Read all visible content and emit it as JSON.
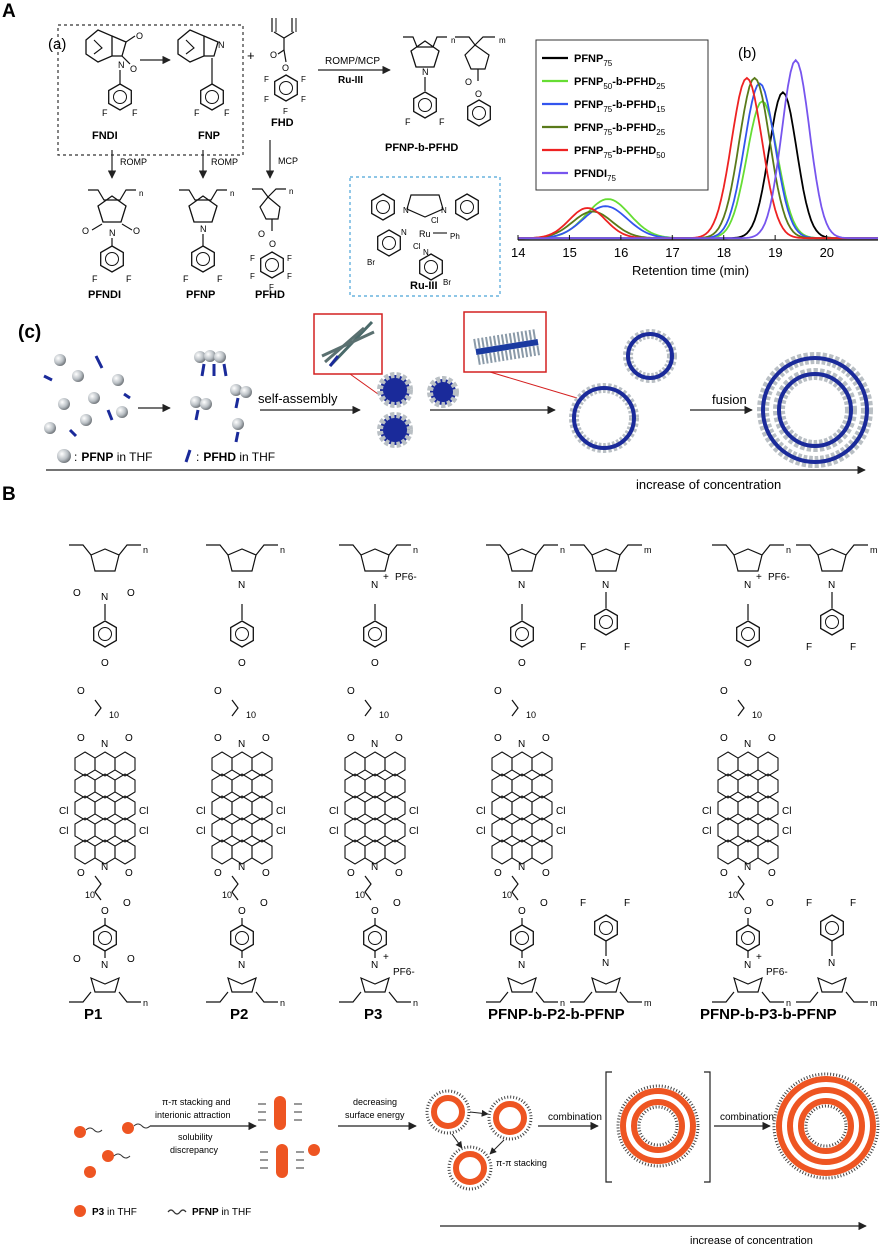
{
  "panel_labels": {
    "A": "A",
    "B": "B",
    "a": "(a)",
    "b": "(b)",
    "c": "(c)"
  },
  "scheme_a": {
    "top_arrow_label": "ROMP/MCP",
    "catalyst_label": "Ru-III",
    "monomers": [
      "FNDI",
      "FNP",
      "FHD"
    ],
    "product": "PFNP-b-PFHD",
    "polymers": [
      "PFNDI",
      "PFNP",
      "PFHD"
    ],
    "arrow_labels": [
      "ROMP",
      "ROMP",
      "MCP"
    ],
    "catalyst_box_label": "Ru-III",
    "atom_labels": {
      "F": "F",
      "O": "O",
      "N": "N",
      "Cl": "Cl",
      "Ph": "Ph",
      "Ru": "Ru",
      "Br": "Br"
    },
    "repeat_n": "n",
    "repeat_m": "m",
    "plus": "+"
  },
  "chart_data": {
    "type": "line",
    "xlabel": "Retention time (min)",
    "ylabel": "",
    "xlim": [
      14,
      21
    ],
    "x_ticks": [
      "14",
      "15",
      "16",
      "17",
      "18",
      "19",
      "20"
    ],
    "legend_position": "top-left",
    "series": [
      {
        "name": "PFNP75",
        "color": "#000000",
        "peaks": [
          {
            "x": 19.15,
            "h": 0.82,
            "w": 0.38
          }
        ]
      },
      {
        "name": "PFNP50-b-PFHD25",
        "color": "#66dd33",
        "peaks": [
          {
            "x": 15.75,
            "h": 0.22,
            "w": 0.6
          },
          {
            "x": 18.75,
            "h": 0.77,
            "w": 0.42
          }
        ]
      },
      {
        "name": "PFNP75-b-PFHD15",
        "color": "#3355ee",
        "peaks": [
          {
            "x": 15.7,
            "h": 0.18,
            "w": 0.6
          },
          {
            "x": 18.7,
            "h": 0.87,
            "w": 0.42
          }
        ]
      },
      {
        "name": "PFNP75-b-PFHD25",
        "color": "#5a7a1a",
        "peaks": [
          {
            "x": 15.45,
            "h": 0.15,
            "w": 0.55
          },
          {
            "x": 18.6,
            "h": 0.9,
            "w": 0.42
          }
        ]
      },
      {
        "name": "PFNP75-b-PFHD50",
        "color": "#ee2222",
        "peaks": [
          {
            "x": 15.35,
            "h": 0.17,
            "w": 0.5
          },
          {
            "x": 18.45,
            "h": 0.9,
            "w": 0.42
          }
        ]
      },
      {
        "name": "PFNDI75",
        "color": "#7755ee",
        "peaks": [
          {
            "x": 19.4,
            "h": 1.0,
            "w": 0.38
          }
        ]
      }
    ]
  },
  "legend": {
    "entries": [
      {
        "base": "PFNP",
        "sub1": "75",
        "mid": "",
        "sub2": ""
      },
      {
        "base": "PFNP",
        "sub1": "50",
        "mid": "-b-PFHD",
        "sub2": "25"
      },
      {
        "base": "PFNP",
        "sub1": "75",
        "mid": "-b-PFHD",
        "sub2": "15"
      },
      {
        "base": "PFNP",
        "sub1": "75",
        "mid": "-b-PFHD",
        "sub2": "25"
      },
      {
        "base": "PFNP",
        "sub1": "75",
        "mid": "-b-PFHD",
        "sub2": "50"
      },
      {
        "base": "PFNDI",
        "sub1": "75",
        "mid": "",
        "sub2": ""
      }
    ]
  },
  "scheme_c": {
    "self_assembly": "self-assembly",
    "fusion": "fusion",
    "legend_pfnp": "PFNP",
    "legend_pfnp_suffix": " in THF",
    "legend_pfhd": "PFHD",
    "legend_pfhd_suffix": " in THF",
    "concentration": "increase of concentration",
    "colon": ":"
  },
  "scheme_b": {
    "polymers": [
      "P1",
      "P2",
      "P3",
      "PFNP-b-P2-b-PFNP",
      "PFNP-b-P3-b-PFNP"
    ],
    "spacer": "10",
    "counter_ion": "PF6-"
  },
  "scheme_d": {
    "step1_top": "π-π stacking and",
    "step1_top2": "interionic attraction",
    "step1_bottom": "solubility",
    "step1_bottom2": "discrepancy",
    "step2_top": "decreasing",
    "step2_top2": "surface energy",
    "pi_stacking": "π-π stacking",
    "combination1": "combination",
    "combination2": "combination",
    "legend_p3": "P3",
    "legend_p3_suffix": " in THF",
    "legend_pfnp": "PFNP",
    "legend_pfnp_suffix": " in THF",
    "concentration": "increase of concentration"
  }
}
